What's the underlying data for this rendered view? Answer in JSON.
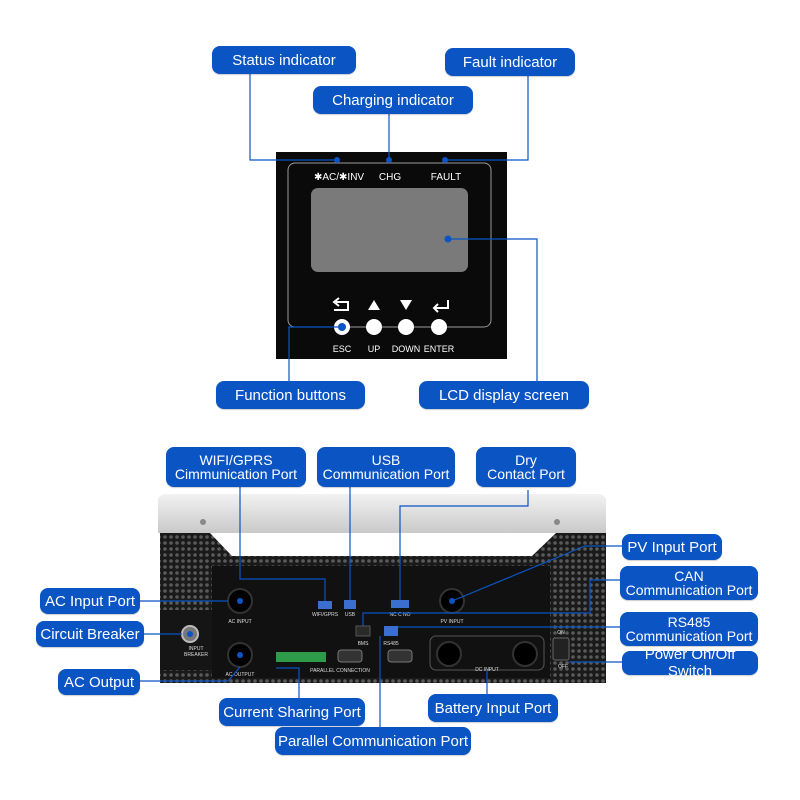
{
  "panel": {
    "ac_inv": "✱AC/✱INV",
    "chg": "CHG",
    "fault": "FAULT",
    "buttons": [
      "ESC",
      "UP",
      "DOWN",
      "ENTER"
    ]
  },
  "rear_panel": {
    "ac_input": "AC INPUT",
    "input_breaker": "INPUT\nBREAKER",
    "ac_output": "AC OUTPUT",
    "wifi_gprs": "WIFI/GPRS",
    "usb": "USB",
    "dry_contact": "NC C NO",
    "pv_input": "PV INPUT",
    "bms": "BMS",
    "rs485": "RS485",
    "parallel_connection": "PARALLEL CONNECTION",
    "dc_input": "DC INPUT",
    "on": "ON",
    "off": "OFF"
  },
  "callouts": {
    "status_indicator": "Status indicator",
    "fault_indicator": "Fault indicator",
    "charging_indicator": "Charging indicator",
    "function_buttons": "Function buttons",
    "lcd_display_screen": "LCD display screen",
    "wifi_gprs_port": "WIFI/GPRS\nCimmunication Port",
    "usb_port": "USB\nCommunication Port",
    "dry_contact_port": "Dry\nContact Port",
    "pv_input_port": "PV Input Port",
    "can_port": "CAN\nCommunication Port",
    "ac_input_port": "AC Input Port",
    "circuit_breaker": "Circuit Breaker",
    "rs485_port": "RS485\nCommunication Port",
    "power_switch": "Power On/Off Switch",
    "ac_output": "AC Output",
    "current_sharing_port": "Current Sharing Port",
    "battery_input_port": "Battery Input Port",
    "parallel_communication_port": "Parallel Communication Port"
  },
  "colors": {
    "callout_fill": "#0b54c4",
    "panel": "#0a0a0a",
    "lcd": "#7a7a7a"
  }
}
